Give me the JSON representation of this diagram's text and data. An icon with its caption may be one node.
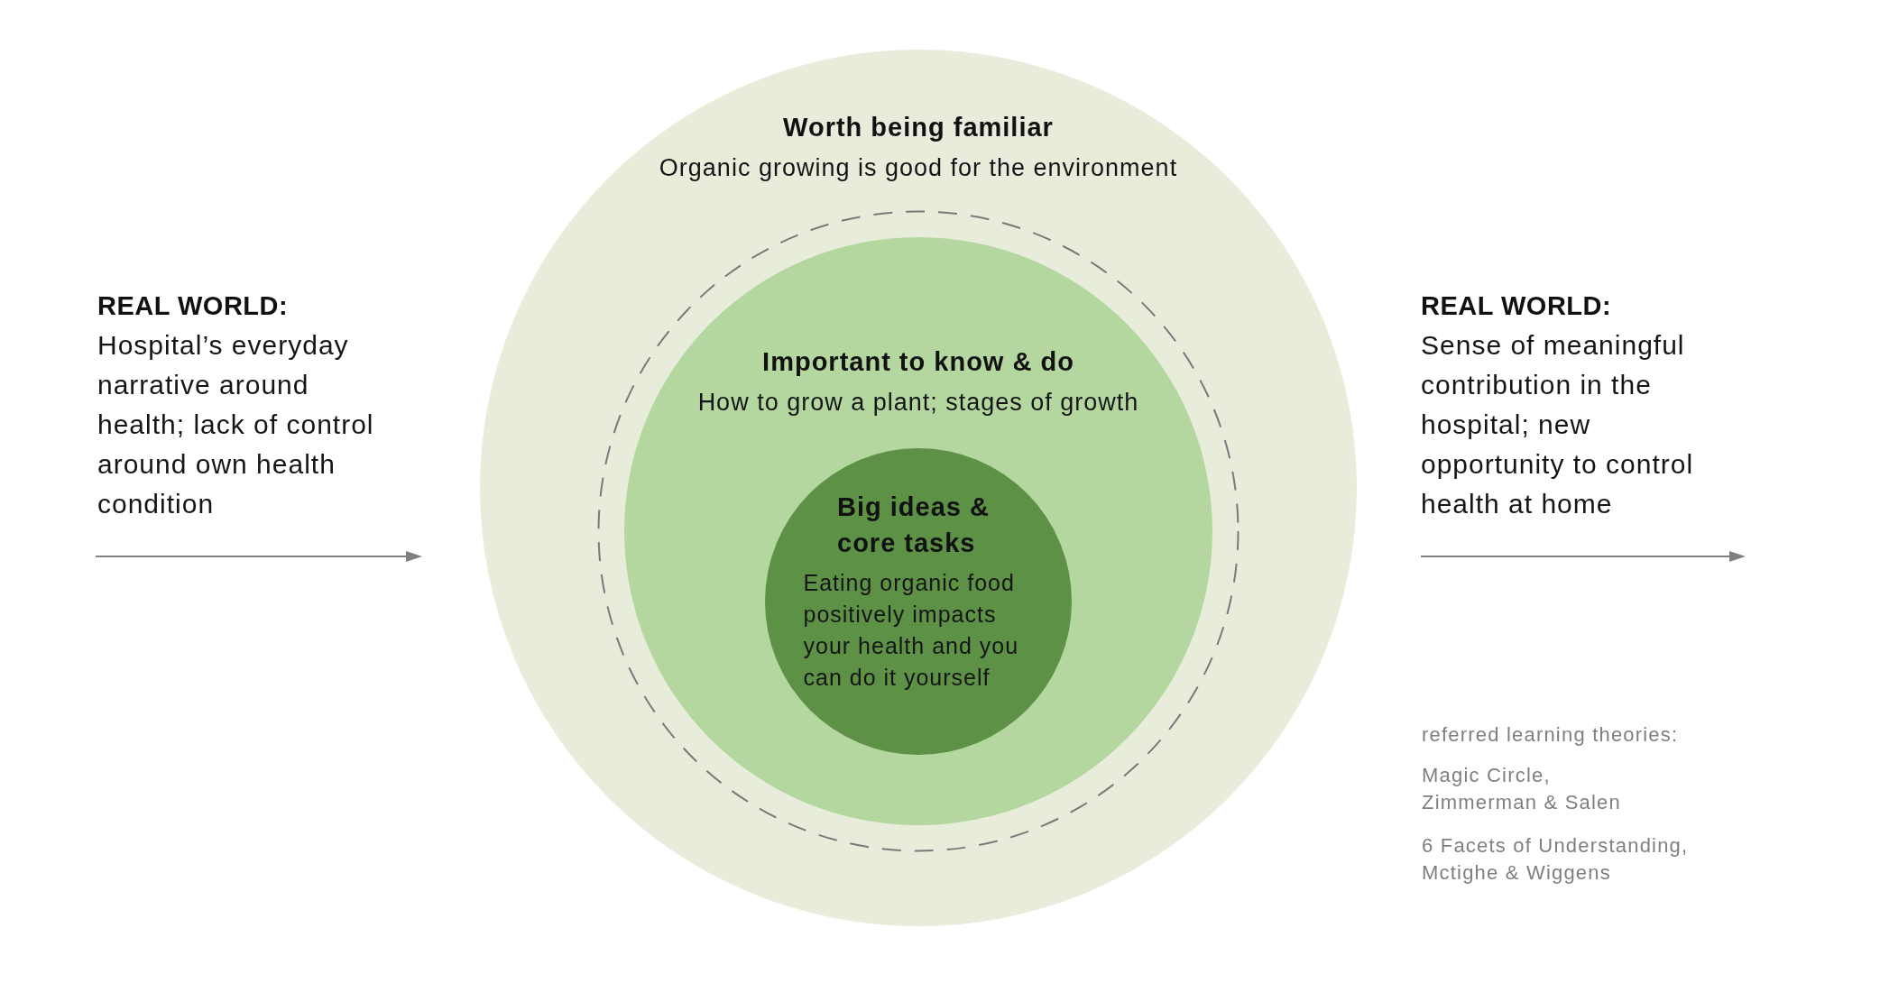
{
  "diagram": {
    "nodes": [
      {
        "text": [
          "Worth being familiar",
          "Organic growing is good for the environment"
        ]
      },
      {
        "text": [],
        "shape": "circle",
        "in": 0
      },
      {
        "text": [
          "Important to know & do",
          "How to grow a plant; stages of growth"
        ],
        "in": 1
      },
      {
        "text": [
          "Big ideas & core tasks",
          "Eating organic food positively impacts your health and you can do it yourself"
        ],
        "in": 2
      }
    ],
    "labels": [
      "REAL WORLD:",
      "Hospital’s everyday narrative around health; lack of control around own health condition",
      "REAL WORLD:",
      "Sense of meaningful contribution in the hospital; new opportunity to control health at home",
      "referred learning theories:",
      "Magic Circle, Zimmerman & Salen",
      "6 Facets of Understanding, Mctighe & Wiggens"
    ]
  }
}
